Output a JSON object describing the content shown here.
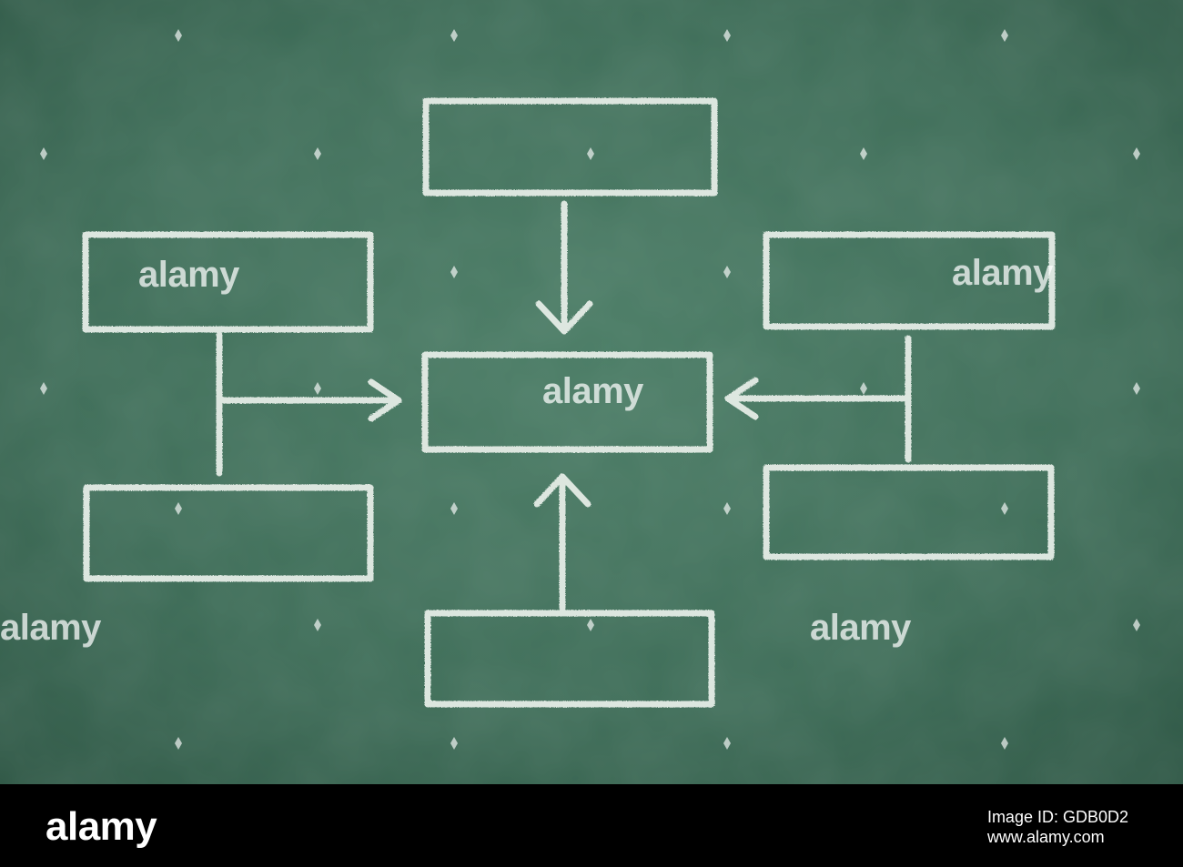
{
  "watermark": {
    "text": "alamy"
  },
  "footer": {
    "logo": "alamy",
    "image_id": "GDB0D2",
    "site": "www.alamy.com"
  },
  "colors": {
    "chalkboard": "#3e6d58",
    "chalk": "#e8efe9",
    "footer_bg": "#000000"
  }
}
